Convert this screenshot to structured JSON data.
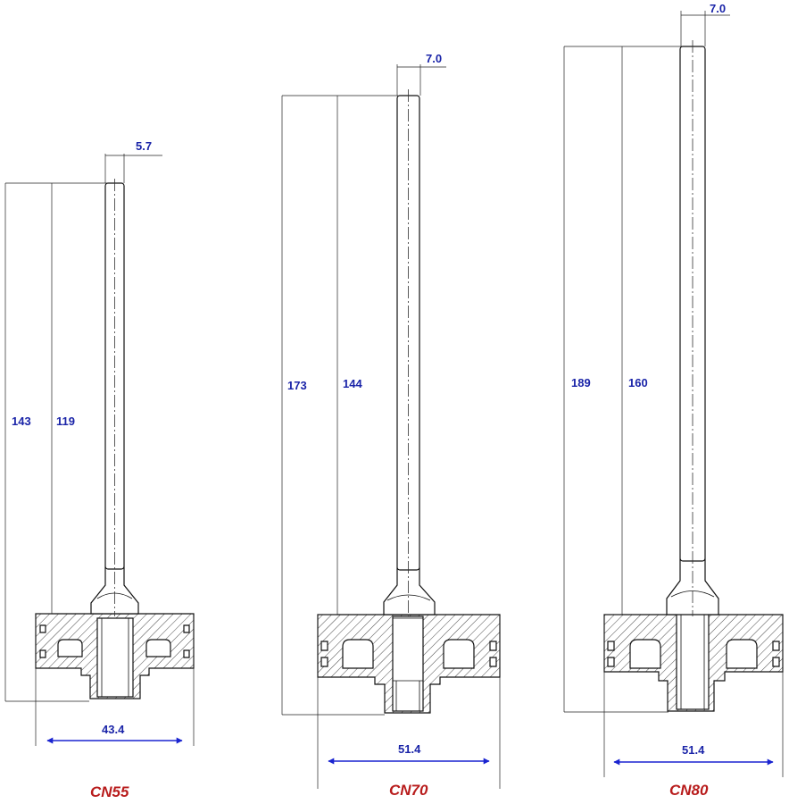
{
  "figures": [
    {
      "id": "cn55",
      "title": "CN55",
      "total_height": "143",
      "stem_height": "119",
      "stem_diameter": "5.7",
      "base_width": "43.4"
    },
    {
      "id": "cn70",
      "title": "CN70",
      "total_height": "173",
      "stem_height": "144",
      "stem_diameter": "7.0",
      "base_width": "51.4"
    },
    {
      "id": "cn80",
      "title": "CN80",
      "total_height": "189",
      "stem_height": "160",
      "stem_diameter": "7.0",
      "base_width": "51.4"
    }
  ],
  "colors": {
    "dimension_text": "#1a24a8",
    "title_text": "#b81c1c",
    "arrow": "#1a24d0",
    "line": "#111111"
  }
}
